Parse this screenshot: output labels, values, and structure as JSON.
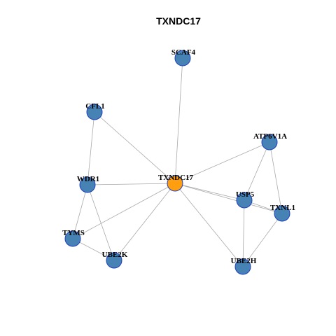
{
  "title": "TXNDC17",
  "colors": {
    "center": "#ff9f10",
    "neighbor": "#4682b4",
    "node_border": "#1f3fbf",
    "edge": "#a9a9a9"
  },
  "nodes": [
    {
      "id": "SCAF4",
      "label": "SCAF4",
      "center": false
    },
    {
      "id": "CFL1",
      "label": "CFL1",
      "center": false
    },
    {
      "id": "ATP6V1A",
      "label": "ATP6V1A",
      "center": false
    },
    {
      "id": "TXNDC17",
      "label": "TXNDC17",
      "center": true
    },
    {
      "id": "WDR1",
      "label": "WDR1",
      "center": false
    },
    {
      "id": "USP5",
      "label": "USP5",
      "center": false
    },
    {
      "id": "TXNL1",
      "label": "TXNL1",
      "center": false
    },
    {
      "id": "TYMS",
      "label": "TYMS",
      "center": false
    },
    {
      "id": "UBE2K",
      "label": "UBE2K",
      "center": false
    },
    {
      "id": "UBE2H",
      "label": "UBE2H",
      "center": false
    }
  ],
  "edges": [
    [
      "TXNDC17",
      "SCAF4"
    ],
    [
      "TXNDC17",
      "CFL1"
    ],
    [
      "TXNDC17",
      "ATP6V1A"
    ],
    [
      "TXNDC17",
      "WDR1"
    ],
    [
      "TXNDC17",
      "USP5"
    ],
    [
      "TXNDC17",
      "TXNL1"
    ],
    [
      "TXNDC17",
      "TYMS"
    ],
    [
      "TXNDC17",
      "UBE2K"
    ],
    [
      "TXNDC17",
      "UBE2H"
    ],
    [
      "CFL1",
      "WDR1"
    ],
    [
      "WDR1",
      "TYMS"
    ],
    [
      "WDR1",
      "UBE2K"
    ],
    [
      "TYMS",
      "UBE2K"
    ],
    [
      "ATP6V1A",
      "USP5"
    ],
    [
      "ATP6V1A",
      "TXNL1"
    ],
    [
      "USP5",
      "TXNL1"
    ],
    [
      "USP5",
      "UBE2H"
    ],
    [
      "TXNL1",
      "UBE2H"
    ]
  ]
}
